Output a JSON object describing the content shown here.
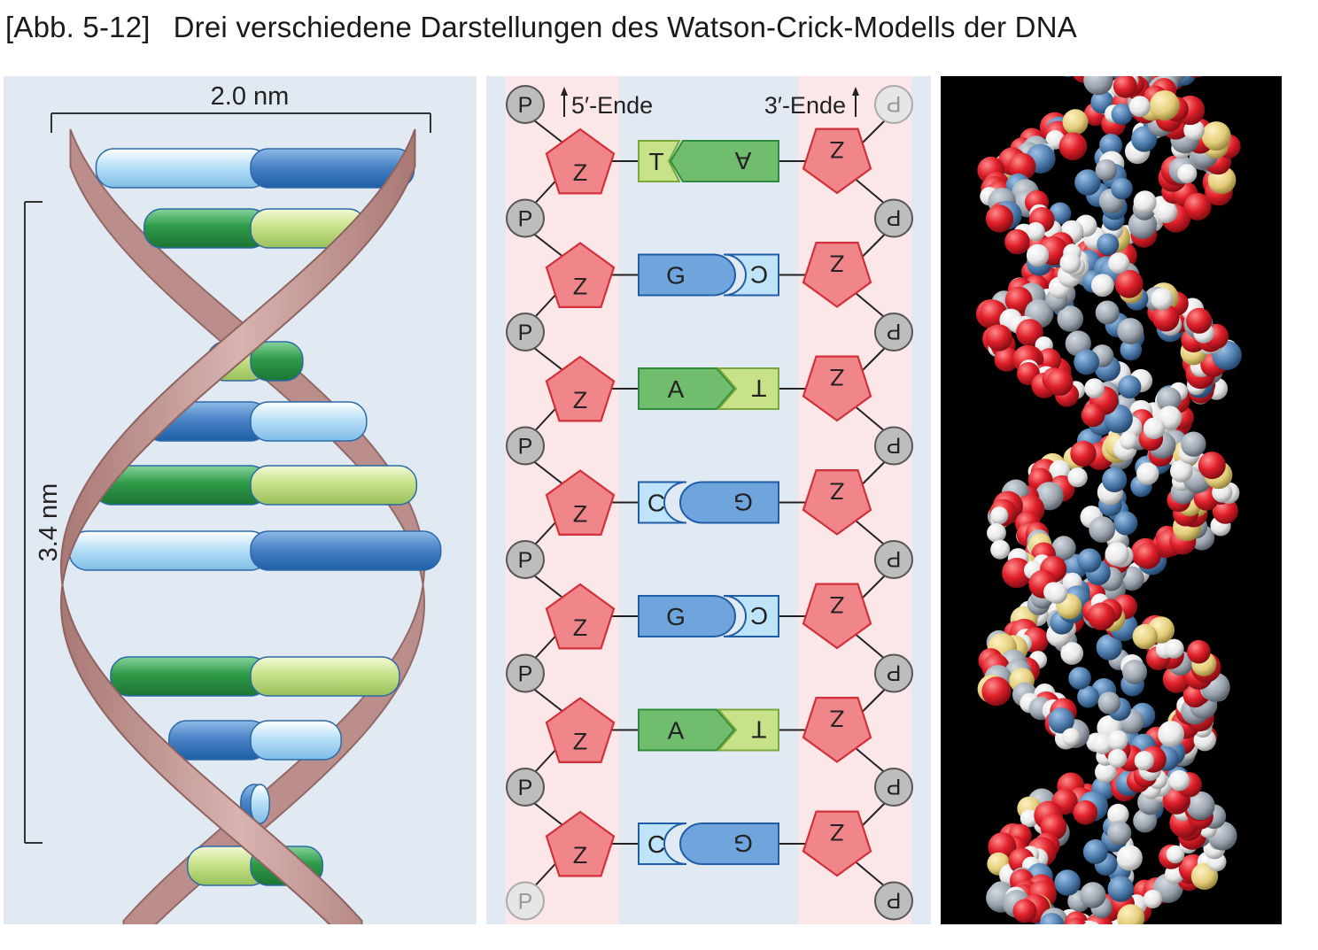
{
  "caption": {
    "figure_number": "[Abb. 5-12]",
    "title": "Drei verschiedene Darstellungen des Watson-Crick-Modells der DNA"
  },
  "ribbon_model": {
    "width_label": "2.0 nm",
    "pitch_label": "3.4 nm",
    "colors": {
      "backbone": "#c49a97",
      "backbone_shadow": "#9c6f6c",
      "base_dark_blue": "#4a83c6",
      "base_light_blue": "#b9e0f7",
      "base_dark_green": "#2e9a48",
      "base_light_green": "#c8e28a"
    }
  },
  "ladder_model": {
    "five_prime_label": "5′-Ende",
    "three_prime_label": "3′-Ende",
    "phosphate_symbol": "P",
    "sugar_symbol": "Z",
    "base_pairs": [
      {
        "left": "T",
        "right": "A"
      },
      {
        "left": "G",
        "right": "C"
      },
      {
        "left": "A",
        "right": "T"
      },
      {
        "left": "C",
        "right": "G"
      },
      {
        "left": "G",
        "right": "C"
      },
      {
        "left": "A",
        "right": "T"
      },
      {
        "left": "C",
        "right": "G"
      }
    ],
    "colors": {
      "sugar": "#f0868a",
      "sugar_stroke": "#d2303a",
      "phosphate": "#bdbdbd",
      "A": "#71bd6e",
      "T": "#c8e28a",
      "G": "#6fa4dc",
      "C": "#bfe3f8",
      "strand_band": "#fbe7e8"
    }
  },
  "space_filling_model": {
    "colors": {
      "oxygen": "#e0202a",
      "hydrogen": "#f2f2f2",
      "carbon": "#9aa3ad",
      "nitrogen": "#4a78a8",
      "phosphorus": "#e3cd7a",
      "background": "#000000"
    }
  }
}
